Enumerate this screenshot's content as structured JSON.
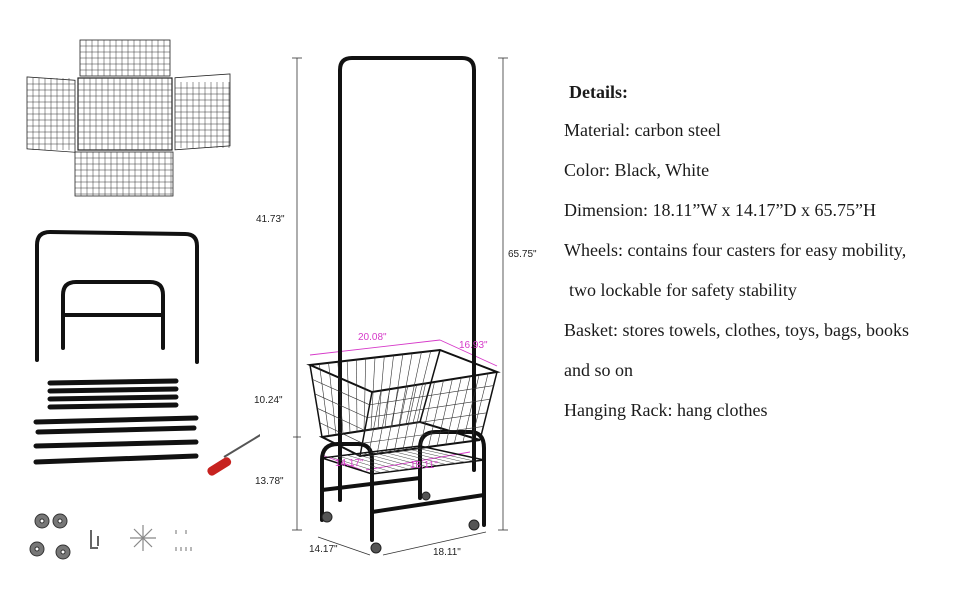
{
  "details": {
    "heading": "Details:",
    "lines": [
      "Material: carbon steel",
      "Color: Black, White",
      "Dimension: 18.11”W x 14.17”D x 65.75”H",
      "Wheels: contains four casters for easy mobility,",
      "two lockable for safety stability",
      "Basket: stores towels, clothes, toys, bags, books",
      "and so on",
      "Hanging Rack: hang clothes"
    ]
  },
  "dimensions": {
    "rack_height": "41.73\"",
    "total_height": "65.75\"",
    "basket_width": "20.08\"",
    "basket_depth": "16.93\"",
    "basket_height": "10.24\"",
    "base_height": "13.78\"",
    "shelf_depth": "14.17\"",
    "shelf_width": "18.11\"",
    "footprint_depth": "14.17\"",
    "footprint_width": "18.11\""
  },
  "colors": {
    "frame": "#111111",
    "dimension_accent": "#d63ac9"
  },
  "icons": [
    "wire-grid-panels",
    "u-frame",
    "steel-tubes",
    "screwdriver-icon",
    "caster-wheels-icon",
    "hex-key-icon",
    "hardware-icon"
  ]
}
